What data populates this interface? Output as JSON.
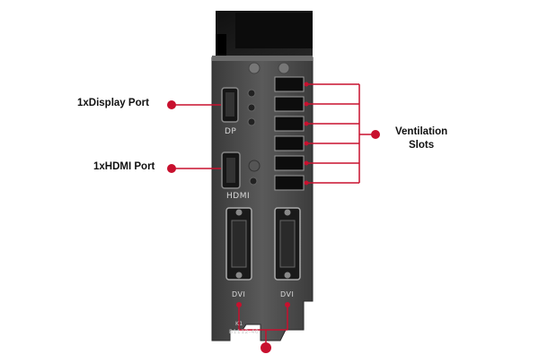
{
  "callouts": {
    "display_port": "1xDisplay Port",
    "hdmi_port": "1xHDMI Port",
    "ventilation_line1": "Ventilation",
    "ventilation_line2": "Slots"
  },
  "bracket_labels": {
    "dp": "DP",
    "hdmi": "HDMI",
    "dvi_left": "DVI",
    "dvi_right": "DVI",
    "sticker_line1": "K1",
    "sticker_line2": "B1112-40"
  },
  "colors": {
    "callout_red": "#c8102e",
    "bracket_metal": "#4a4a4a",
    "pcb_black": "#151515"
  }
}
